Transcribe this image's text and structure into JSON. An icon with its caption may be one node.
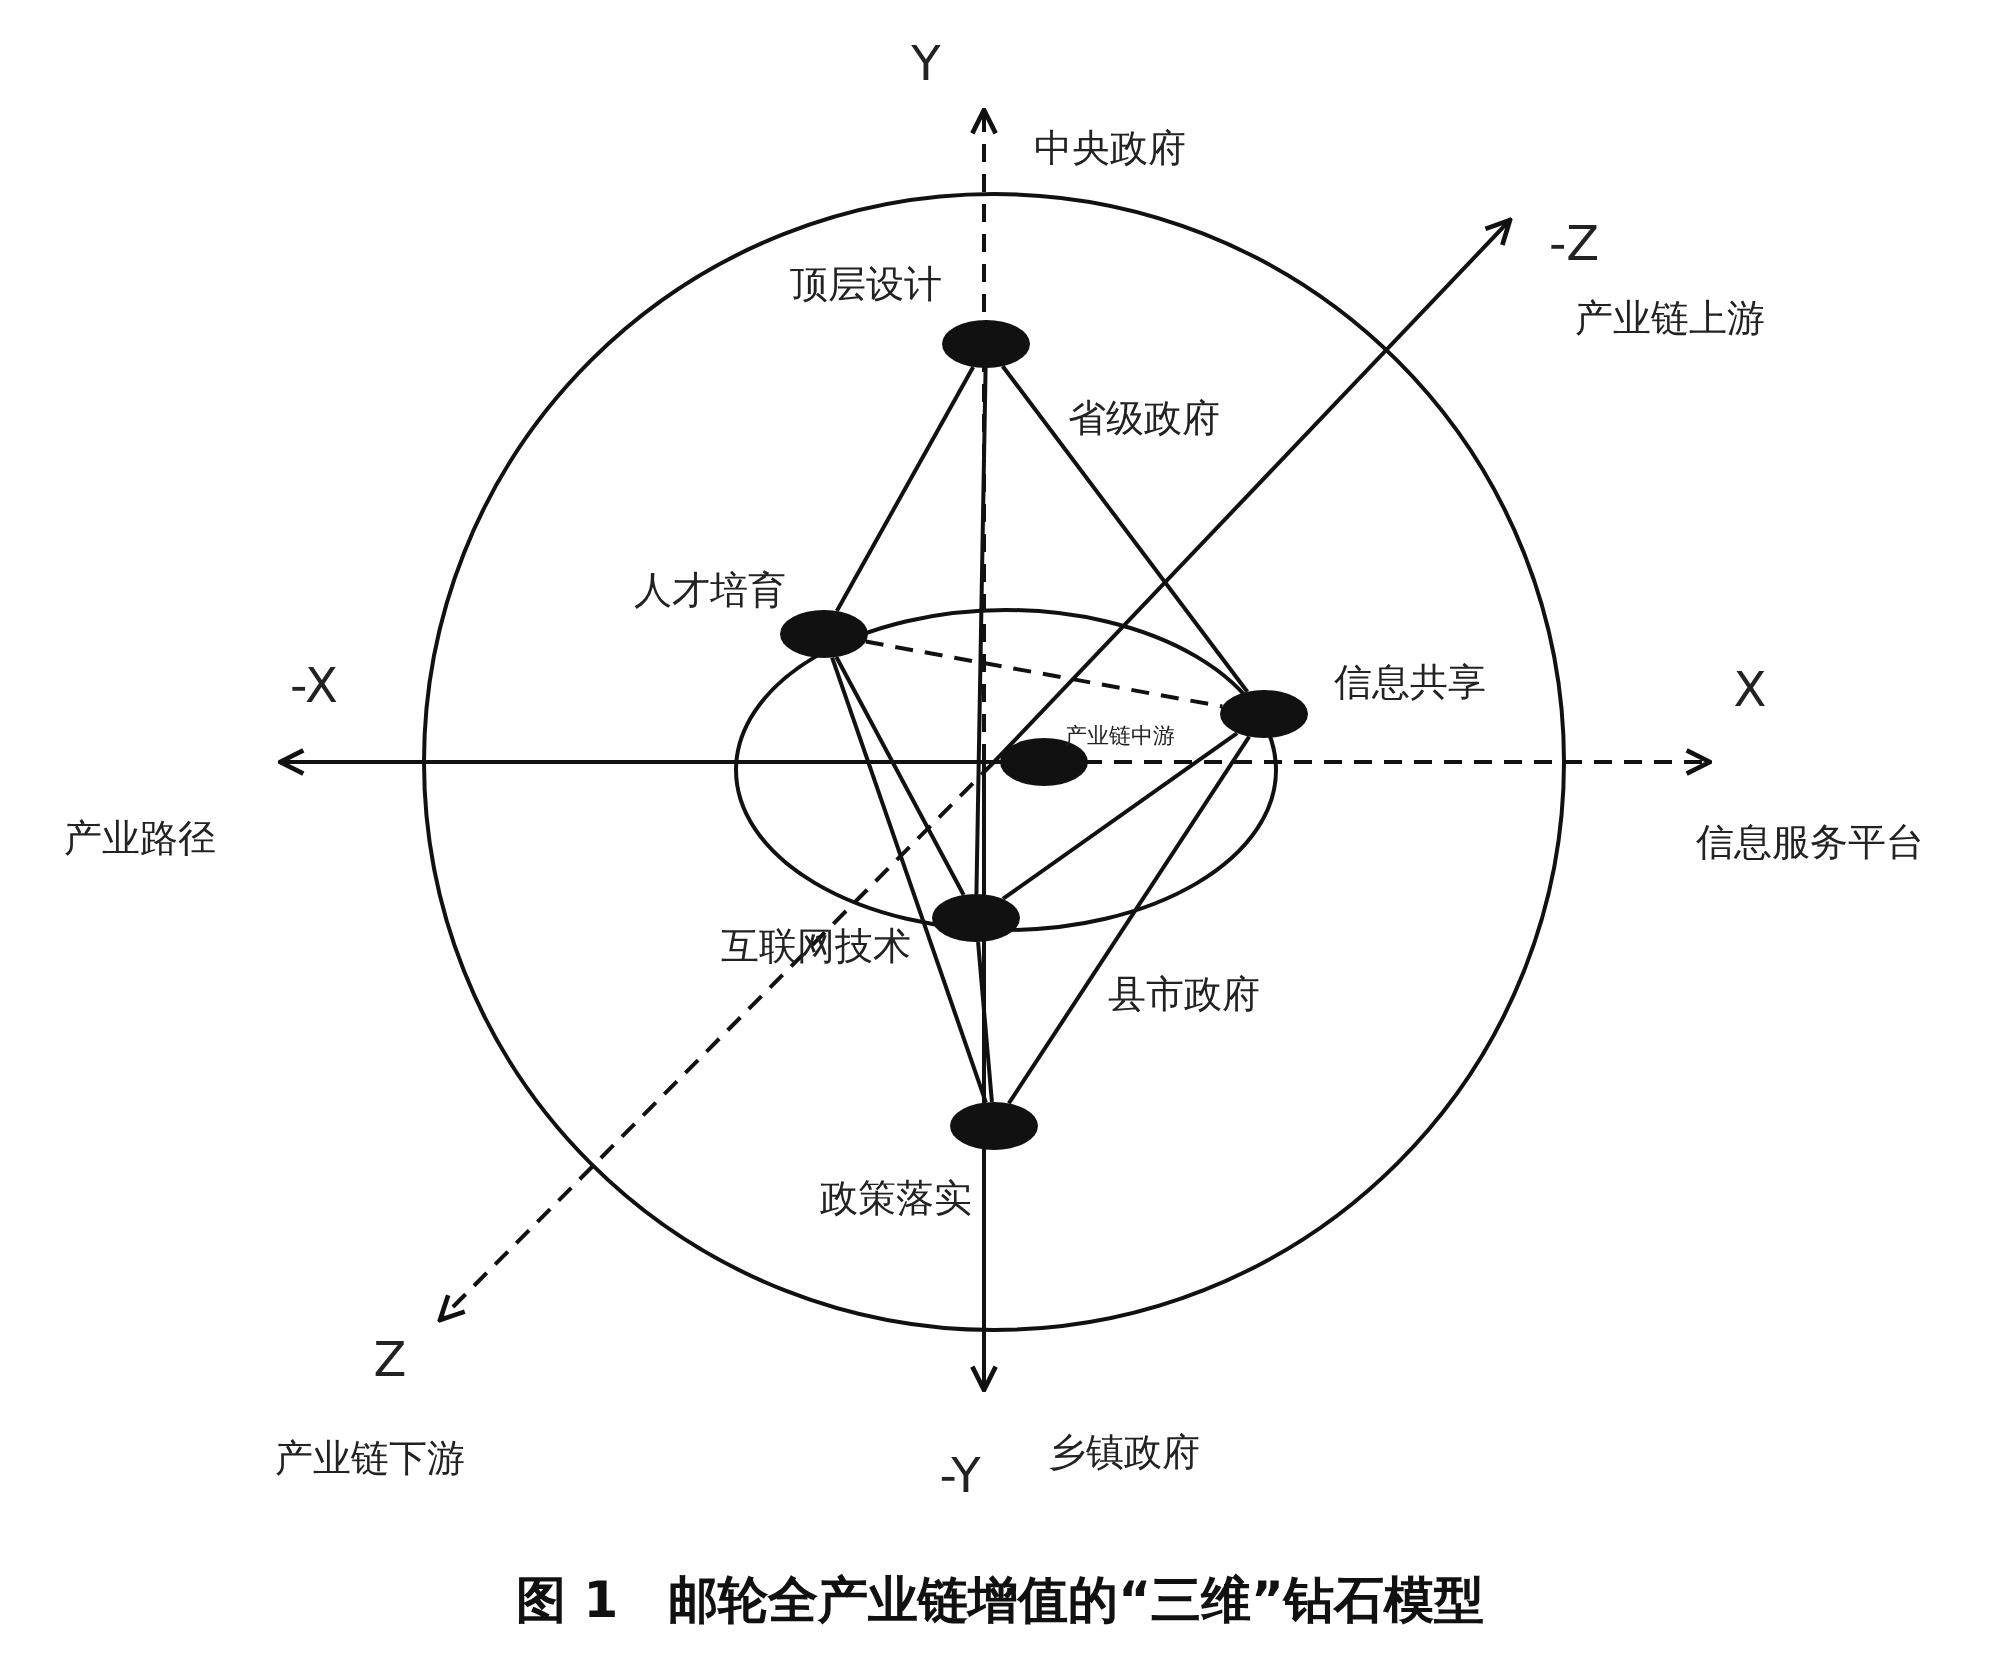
{
  "diagram": {
    "caption": "图 1　邮轮全产业链增值的“三维”钻石模型",
    "nodes": [
      {
        "text": [
          "顶层设计"
        ]
      },
      {
        "text": [
          "人才培育"
        ]
      },
      {
        "text": [
          "信息共享"
        ]
      },
      {
        "text": [],
        "shape": "circle"
      },
      {
        "text": [
          "互联网技术"
        ]
      },
      {
        "text": [
          "政策落实"
        ]
      }
    ],
    "edges": [
      {
        "from": 0,
        "to": 1,
        "arrow": "none"
      },
      {
        "from": 0,
        "to": 2,
        "arrow": "none"
      },
      {
        "from": 0,
        "to": 4,
        "arrow": "none"
      },
      {
        "from": 1,
        "to": 2,
        "arrow": "none",
        "style": "dashed"
      },
      {
        "from": 1,
        "to": 4,
        "arrow": "none"
      },
      {
        "from": 1,
        "to": 5,
        "arrow": "none"
      },
      {
        "from": 2,
        "to": 4,
        "arrow": "none"
      },
      {
        "from": 2,
        "to": 5,
        "arrow": "none"
      },
      {
        "from": 4,
        "to": 5,
        "arrow": "none"
      }
    ],
    "labels": [
      "Y",
      "中央政府",
      "-Z",
      "产业链上游",
      "省级政府",
      "-X",
      "X",
      "产业链中游",
      "产业路径",
      "信息服务平台",
      "县市政府",
      "Z",
      "产业链下游",
      "-Y",
      "乡镇政府"
    ]
  }
}
